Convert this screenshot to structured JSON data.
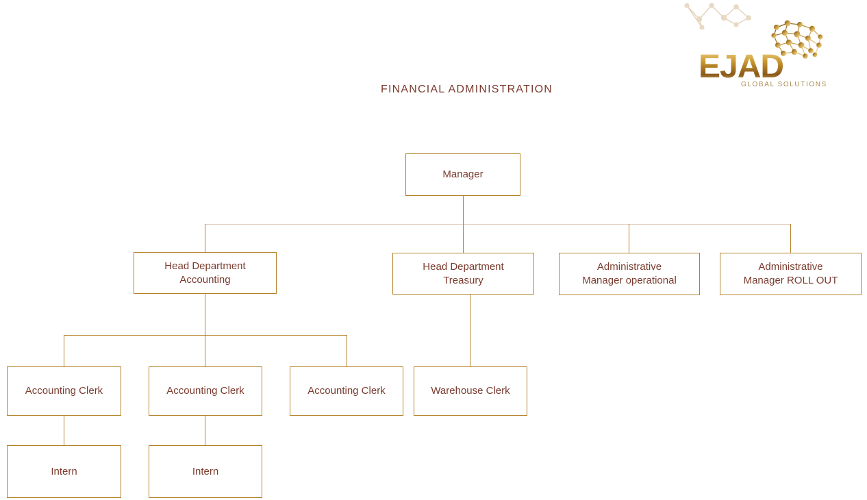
{
  "document": {
    "title": "FINANCIAL ADMINISTRATION",
    "text_color": "#7a3b2e",
    "line_color": "#b5822b",
    "background": "#ffffff"
  },
  "logo": {
    "word": "EJAD",
    "tagline": "GLOBAL SOLUTIONS",
    "network_icon": "network-nodes-icon",
    "globe_icon": "network-globe-icon",
    "gold_start": "#f0d890",
    "gold_end": "#8a5a1a"
  },
  "chart_data": {
    "type": "diagram",
    "diagram_type": "organizational-chart",
    "title": "FINANCIAL ADMINISTRATION",
    "nodes": [
      {
        "id": "manager",
        "label": "Manager",
        "level": 0,
        "parent": null
      },
      {
        "id": "head-acct",
        "label": "Head Department\nAccounting",
        "level": 1,
        "parent": "manager"
      },
      {
        "id": "head-treas",
        "label": "Head Department\nTreasury",
        "level": 1,
        "parent": "manager"
      },
      {
        "id": "admin-oper",
        "label": "Administrative\nManager operational",
        "level": 1,
        "parent": "manager"
      },
      {
        "id": "admin-roll",
        "label": "Administrative\nManager ROLL OUT",
        "level": 1,
        "parent": "manager"
      },
      {
        "id": "acct-clerk-1",
        "label": "Accounting  Clerk",
        "level": 2,
        "parent": "head-acct"
      },
      {
        "id": "acct-clerk-2",
        "label": "Accounting  Clerk",
        "level": 2,
        "parent": "head-acct"
      },
      {
        "id": "acct-clerk-3",
        "label": "Accounting  Clerk",
        "level": 2,
        "parent": "head-acct"
      },
      {
        "id": "wh-clerk",
        "label": "Warehouse  Clerk",
        "level": 2,
        "parent": "head-treas"
      },
      {
        "id": "intern-1",
        "label": "Intern",
        "level": 3,
        "parent": "acct-clerk-1"
      },
      {
        "id": "intern-2",
        "label": "Intern",
        "level": 3,
        "parent": "acct-clerk-2"
      }
    ]
  },
  "nodes": {
    "manager": "Manager",
    "head_accounting": "Head Department\nAccounting",
    "head_treasury": "Head Department\nTreasury",
    "admin_operational": "Administrative\nManager operational",
    "admin_rollout": "Administrative\nManager ROLL OUT",
    "accounting_clerk_1": "Accounting  Clerk",
    "accounting_clerk_2": "Accounting  Clerk",
    "accounting_clerk_3": "Accounting  Clerk",
    "warehouse_clerk": "Warehouse  Clerk",
    "intern_1": "Intern",
    "intern_2": "Intern"
  }
}
